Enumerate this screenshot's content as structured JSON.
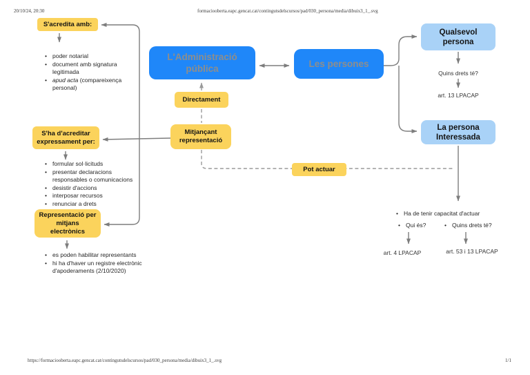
{
  "header": {
    "datetime": "20/10/24, 20:30",
    "title": "formaciooberta.eapc.gencat.cat/contingutsdelscursos/pad/030_persona/media/dibuix3_1_.svg"
  },
  "footer": {
    "url": "https://formaciooberta.eapc.gencat.cat/contingutsdelscursos/pad/030_persona/media/dibuix3_1_.svg",
    "page": "1/1"
  },
  "colors": {
    "node_blue": "#1f87f9",
    "node_light_blue": "#a9d2f7",
    "node_yellow": "#fbd35c",
    "connector_gray": "#7d7d7d",
    "dashed_gray": "#9a9a9a"
  },
  "nodes": {
    "acredita": "S'acredita amb:",
    "administracio": "L'Administració\npública",
    "persones": "Les persones",
    "directament": "Directament",
    "mitjancant": "Mitjançant\nrepresentació",
    "acreditar": "S'ha d'acreditar\nexpressament per:",
    "representacio": "Representació per\nmitjans\nelectrònics",
    "pot_actuar": "Pot actuar",
    "qualsevol": "Qualsevol\npersona",
    "interessada": "La persona\nInteressada"
  },
  "lists": {
    "acredita": {
      "i1": "poder notarial",
      "i2": "document amb signatura legitimada",
      "i3_italic": "apud acta",
      "i3_rest": " (compareixença personal)"
    },
    "acreditar": [
      "formular sol·licituds",
      "presentar declaracions responsables o comunicacions",
      "desistir d'accions",
      "interposar recursos",
      "renunciar a drets"
    ],
    "representacio": [
      "es poden habilitar representants",
      "hi ha d'haver un registre electrònic d'apoderaments (2/10/2020)"
    ]
  },
  "annotations": {
    "quins_drets_1": "Quins drets té?",
    "art_13": "art. 13 LPACAP",
    "capacitat": "Ha de tenir capacitat d'actuar",
    "qui_es": "Qui és?",
    "quins_drets_2": "Quins drets té?",
    "art_4": "art. 4 LPACAP",
    "art_53": "art. 53 i 13  LPACAP"
  }
}
